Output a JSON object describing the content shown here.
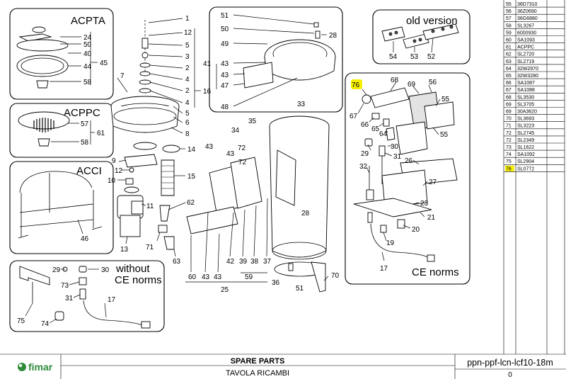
{
  "panels": {
    "acpta": "ACPTA",
    "acppc": "ACPPC",
    "acci": "ACCI",
    "without_ce_1": "without",
    "without_ce_2": "CE norms",
    "old_version": "old version",
    "ce_norms": "CE norms"
  },
  "callouts": {
    "acpta": [
      "24",
      "50",
      "40",
      "44",
      "45",
      "58"
    ],
    "acppc": [
      "57",
      "58",
      "61"
    ],
    "acci": [
      "46"
    ],
    "without_ce": [
      "29",
      "30",
      "73",
      "31",
      "17",
      "75",
      "74"
    ],
    "center_left": [
      "1",
      "12",
      "5",
      "3",
      "2",
      "4",
      "16",
      "7",
      "2",
      "4",
      "5",
      "6",
      "8",
      "9",
      "14",
      "12",
      "10",
      "15",
      "11",
      "62",
      "13",
      "71",
      "63"
    ],
    "center_main": [
      "51",
      "28",
      "50",
      "49",
      "41",
      "43",
      "43",
      "47",
      "48",
      "33",
      "34",
      "35",
      "43",
      "43",
      "72",
      "72",
      "28",
      "60",
      "43",
      "43",
      "42",
      "39",
      "38",
      "37",
      "59",
      "25",
      "36",
      "51",
      "70"
    ],
    "old_version": [
      "54",
      "53",
      "52"
    ],
    "ce_norms": [
      "76",
      "68",
      "69",
      "56",
      "55",
      "67",
      "66",
      "65",
      "64",
      "55",
      "29",
      "30",
      "31",
      "26",
      "32",
      "27",
      "23",
      "21",
      "20",
      "19",
      "17"
    ]
  },
  "parts_table": {
    "rows": [
      {
        "n": "55",
        "code": "36D7310"
      },
      {
        "n": "56",
        "code": "36Z0690"
      },
      {
        "n": "57",
        "code": "36G6880"
      },
      {
        "n": "58",
        "code": "SL3267"
      },
      {
        "n": "59",
        "code": "6000930"
      },
      {
        "n": "60",
        "code": "SA1093"
      },
      {
        "n": "61",
        "code": "ACPPC"
      },
      {
        "n": "62",
        "code": "SL2720"
      },
      {
        "n": "63",
        "code": "SL2719"
      },
      {
        "n": "64",
        "code": "32W2970"
      },
      {
        "n": "65",
        "code": "32W3280"
      },
      {
        "n": "66",
        "code": "SA1087"
      },
      {
        "n": "67",
        "code": "SA1088"
      },
      {
        "n": "68",
        "code": "SL3530"
      },
      {
        "n": "69",
        "code": "SL3705"
      },
      {
        "n": "69",
        "code": "30A3620"
      },
      {
        "n": "70",
        "code": "SL3693"
      },
      {
        "n": "71",
        "code": "SL3223"
      },
      {
        "n": "72",
        "code": "SL2745"
      },
      {
        "n": "72",
        "code": "SL2349"
      },
      {
        "n": "73",
        "code": "SL1622"
      },
      {
        "n": "74",
        "code": "SA1092"
      },
      {
        "n": "75",
        "code": "SL2904"
      },
      {
        "n": "76",
        "code": "SL0772"
      }
    ],
    "highlight_row": "76"
  },
  "footer": {
    "logo": "fimar",
    "title": "SPARE PARTS",
    "subtitle": "TAVOLA RICAMBI",
    "model": "ppn-ppf-lcn-lcf10-18m",
    "revision": "0"
  },
  "colors": {
    "highlight": "#f7ef00",
    "logo_green": "#2e8b3a"
  }
}
